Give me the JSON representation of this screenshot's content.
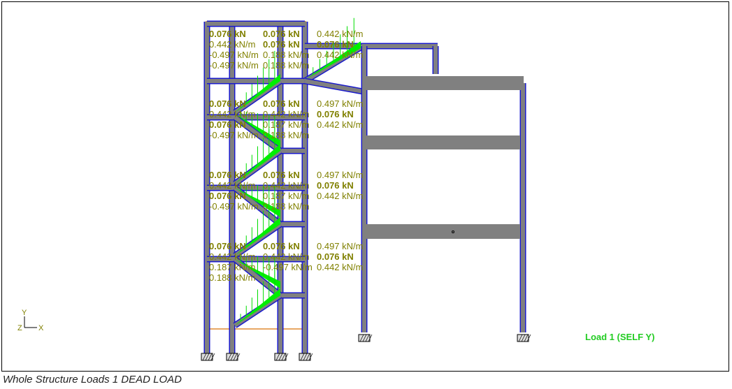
{
  "caption": "Whole Structure Loads 1 DEAD LOAD",
  "load_case_label": "Load 1 (SELF Y)",
  "axes": {
    "y": "Y",
    "x": "X",
    "z": "Z"
  },
  "load_labels": [
    "0.076 kN",
    "0.076 kN",
    "0.442 kN/m",
    "0.442 kN/m",
    "0.076 kN",
    "0.076 kN",
    "-0.497 kN/m",
    "0.188 kN/m",
    "0.442 kN/m",
    "-0.497 kN/m",
    "0.188 kN/m",
    "0.076 kN",
    "0.076 kN",
    "0.497 kN/m",
    "0.442 kN/m",
    "0.442 kN/m",
    "0.076 kN",
    "0.076 kN",
    "0.187 kN/m",
    "0.442 kN/m",
    "-0.497 kN/m",
    "0.188 kN/m",
    "0.076 kN",
    "0.076 kN",
    "0.497 kN/m",
    "0.442 kN/m",
    "0.442 kN/m",
    "0.076 kN",
    "0.076 kN",
    "0.187 kN/m",
    "0.442 kN/m",
    "-0.497 kN/m",
    "0.188 kN/m",
    "0.076 kN",
    "0.076 kN",
    "0.497 kN/m",
    "0.442 kN/m",
    "0.442 kN/m",
    "0.076 kN",
    "0.187 kN/m",
    "-0.497 kN/m",
    "0.442 kN/m",
    "0.188 kN/m"
  ],
  "colors": {
    "member": "#808080",
    "member_edge": "#1a1acc",
    "load_text": "#808000",
    "load_arrow": "#00ee00",
    "load_case": "#22cc22"
  }
}
